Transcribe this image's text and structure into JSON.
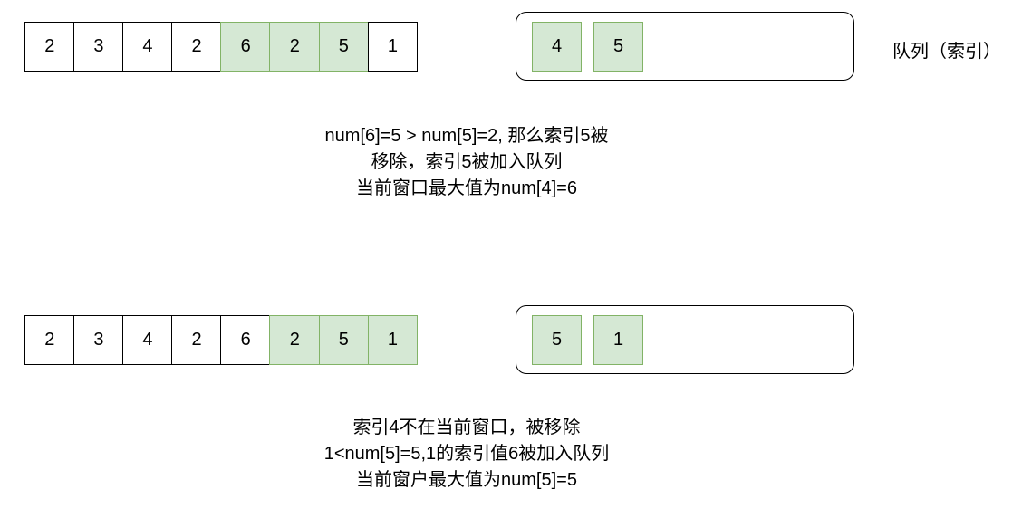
{
  "top": {
    "array": [
      {
        "value": "2",
        "highlighted": false
      },
      {
        "value": "3",
        "highlighted": false
      },
      {
        "value": "4",
        "highlighted": false
      },
      {
        "value": "2",
        "highlighted": false
      },
      {
        "value": "6",
        "highlighted": true
      },
      {
        "value": "2",
        "highlighted": true
      },
      {
        "value": "5",
        "highlighted": true
      },
      {
        "value": "1",
        "highlighted": false
      }
    ],
    "queue": [
      "4",
      "5"
    ],
    "queue_label": "队列（索引）",
    "note": [
      "num[6]=5  > num[5]=2, 那么索引5被",
      "移除，索引5被加入队列",
      "当前窗口最大值为num[4]=6"
    ]
  },
  "bottom": {
    "array": [
      {
        "value": "2",
        "highlighted": false
      },
      {
        "value": "3",
        "highlighted": false
      },
      {
        "value": "4",
        "highlighted": false
      },
      {
        "value": "2",
        "highlighted": false
      },
      {
        "value": "6",
        "highlighted": false
      },
      {
        "value": "2",
        "highlighted": true
      },
      {
        "value": "5",
        "highlighted": true
      },
      {
        "value": "1",
        "highlighted": true
      }
    ],
    "queue": [
      "5",
      "1"
    ],
    "note": [
      "索引4不在当前窗口，被移除",
      "1<num[5]=5,1的索引值6被加入队列",
      "当前窗户最大值为num[5]=5"
    ]
  },
  "colors": {
    "highlight_fill": "#d5e8d4",
    "highlight_border": "#82b366",
    "border": "#000000"
  }
}
